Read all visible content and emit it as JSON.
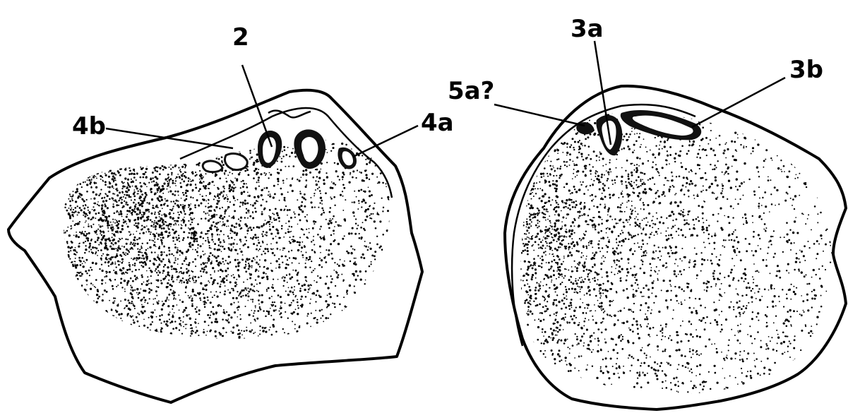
{
  "labels": {
    "l2": "2",
    "l4a": "4a",
    "l4b": "4b",
    "l3a": "3a",
    "l3b": "3b",
    "l5a": "5a?"
  },
  "colors": {
    "ink": "#000000",
    "paper": "#ffffff"
  }
}
